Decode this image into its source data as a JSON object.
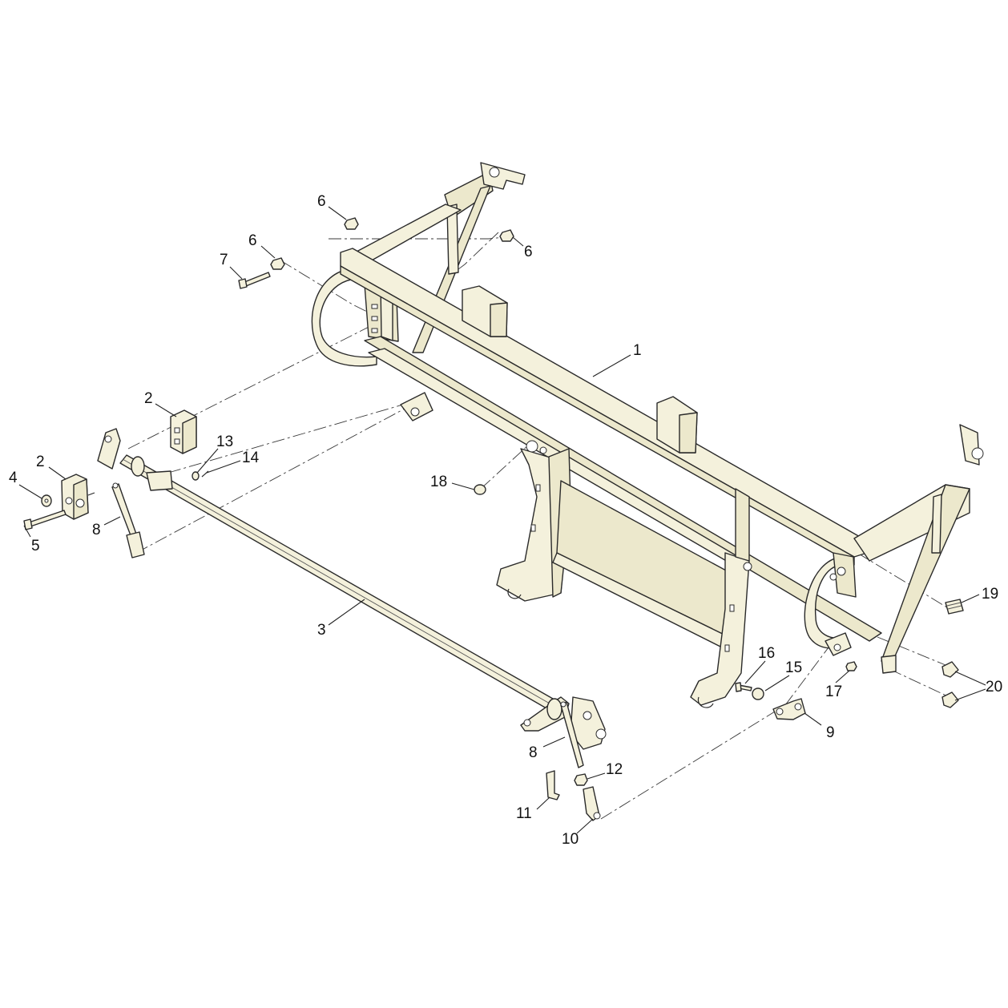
{
  "callouts": [
    {
      "id": "c1",
      "label": "1"
    },
    {
      "id": "c2a",
      "label": "2"
    },
    {
      "id": "c2b",
      "label": "2"
    },
    {
      "id": "c3",
      "label": "3"
    },
    {
      "id": "c4",
      "label": "4"
    },
    {
      "id": "c5",
      "label": "5"
    },
    {
      "id": "c6a",
      "label": "6"
    },
    {
      "id": "c6b",
      "label": "6"
    },
    {
      "id": "c6c",
      "label": "6"
    },
    {
      "id": "c7",
      "label": "7"
    },
    {
      "id": "c8a",
      "label": "8"
    },
    {
      "id": "c8b",
      "label": "8"
    },
    {
      "id": "c9",
      "label": "9"
    },
    {
      "id": "c10",
      "label": "10"
    },
    {
      "id": "c11",
      "label": "11"
    },
    {
      "id": "c12",
      "label": "12"
    },
    {
      "id": "c13",
      "label": "13"
    },
    {
      "id": "c14",
      "label": "14"
    },
    {
      "id": "c15",
      "label": "15"
    },
    {
      "id": "c16",
      "label": "16"
    },
    {
      "id": "c17",
      "label": "17"
    },
    {
      "id": "c18",
      "label": "18"
    },
    {
      "id": "c19",
      "label": "19"
    },
    {
      "id": "c20",
      "label": "20"
    }
  ]
}
